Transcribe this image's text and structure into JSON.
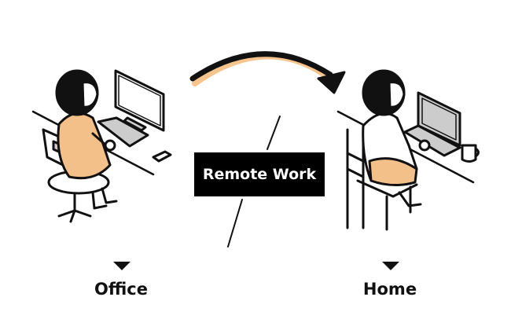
{
  "labels": {
    "remote_work": "Remote Work",
    "office": "Office",
    "home": "Home"
  },
  "colors": {
    "ink": "#111111",
    "clothing": "#f4c08a",
    "gray": "#c8c8c8",
    "accent_shadow": "#f6c48c"
  }
}
